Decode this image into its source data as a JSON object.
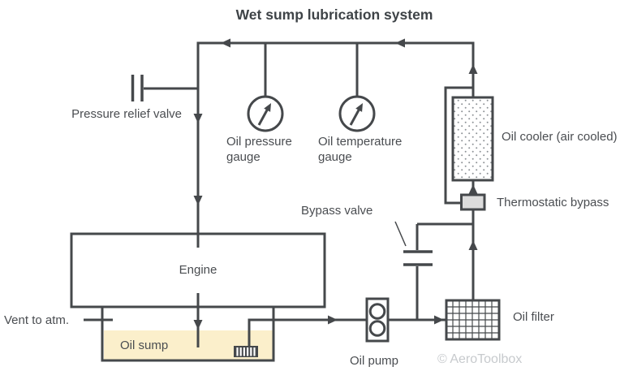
{
  "title": "Wet sump lubrication system",
  "watermark": "© AeroToolbox",
  "colors": {
    "line": "#45484B",
    "label_text": "#4A4D51",
    "title_text": "#3E4347",
    "sump_fill": "#FBEFCB",
    "thermostat_fill": "#DCDCDC",
    "cooler_dot": "#8D9296",
    "watermark_text": "#C7CACD",
    "background": "#FFFFFF"
  },
  "components": {
    "pressure_relief_valve": {
      "label": "Pressure relief valve"
    },
    "oil_pressure_gauge": {
      "label_line1": "Oil pressure",
      "label_line2": "gauge"
    },
    "oil_temperature_gauge": {
      "label_line1": "Oil temperature",
      "label_line2": "gauge"
    },
    "oil_cooler": {
      "label": "Oil cooler (air cooled)"
    },
    "thermostatic_bypass": {
      "label": "Thermostatic bypass"
    },
    "bypass_valve": {
      "label": "Bypass valve"
    },
    "engine": {
      "label": "Engine"
    },
    "oil_sump": {
      "label": "Oil sump"
    },
    "vent": {
      "label": "Vent to atm."
    },
    "oil_pump": {
      "label": "Oil pump"
    },
    "oil_filter": {
      "label": "Oil filter"
    }
  }
}
